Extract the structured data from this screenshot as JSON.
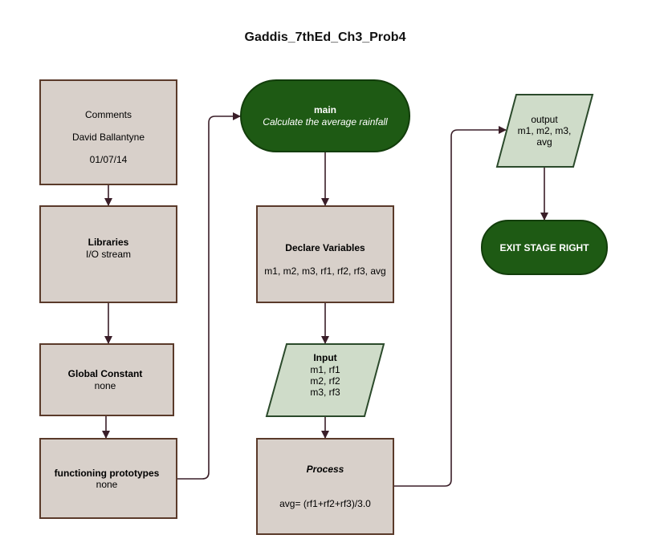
{
  "diagram": {
    "title": "Gaddis_7thEd_Ch3_Prob4",
    "colors": {
      "box_fill": "#d8d0ca",
      "box_stroke": "#5a3a2a",
      "terminal_fill": "#1e5a14",
      "terminal_stroke": "#123d0b",
      "io_fill": "#cfdcc9",
      "io_stroke": "#2b4a2b",
      "arrow": "#3a1e28"
    },
    "nodes": {
      "comments": {
        "line1": "Comments",
        "line2": "David Ballantyne",
        "line3": "01/07/14"
      },
      "libraries": {
        "title": "Libraries",
        "line1": "I/O stream"
      },
      "global_constant": {
        "title": "Global Constant",
        "line1": "none"
      },
      "prototypes": {
        "title": "functioning prototypes",
        "line1": "none"
      },
      "main": {
        "title": "main",
        "subtitle": "Calculate the average rainfall"
      },
      "declare": {
        "title": "Declare Variables",
        "line1": "m1, m2, m3, rf1, rf2, rf3, avg"
      },
      "input": {
        "title": "Input",
        "line1": "m1, rf1",
        "line2": "m2, rf2",
        "line3": "m3, rf3"
      },
      "process": {
        "title": "Process",
        "line1": "avg= (rf1+rf2+rf3)/3.0"
      },
      "output": {
        "line1": "output",
        "line2": "m1, m2, m3,",
        "line3": "avg"
      },
      "exit": {
        "title": "EXIT STAGE RIGHT"
      }
    }
  }
}
